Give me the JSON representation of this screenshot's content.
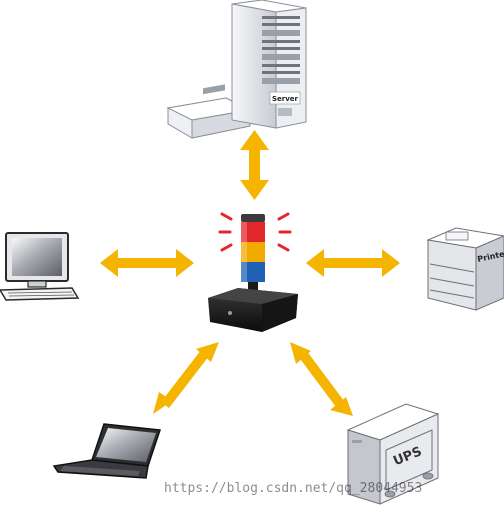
{
  "diagram": {
    "center": {
      "name": "signal-tower-light",
      "tiers": [
        "#e3262a",
        "#f2a900",
        "#1f62b5"
      ]
    },
    "devices": {
      "server": {
        "label": "Server"
      },
      "printer": {
        "label": "Printer"
      },
      "ups": {
        "label": "UPS"
      },
      "desktop": {},
      "laptop": {}
    },
    "connectors": [
      {
        "name": "arrow-server",
        "style": "double-headed"
      },
      {
        "name": "arrow-desktop",
        "style": "double-headed"
      },
      {
        "name": "arrow-printer",
        "style": "double-headed"
      },
      {
        "name": "arrow-laptop",
        "style": "double-headed"
      },
      {
        "name": "arrow-ups",
        "style": "double-headed"
      }
    ],
    "arrow_color": "#f4b400"
  },
  "watermark": {
    "text": "https://blog.csdn.net/qq_28044953"
  }
}
